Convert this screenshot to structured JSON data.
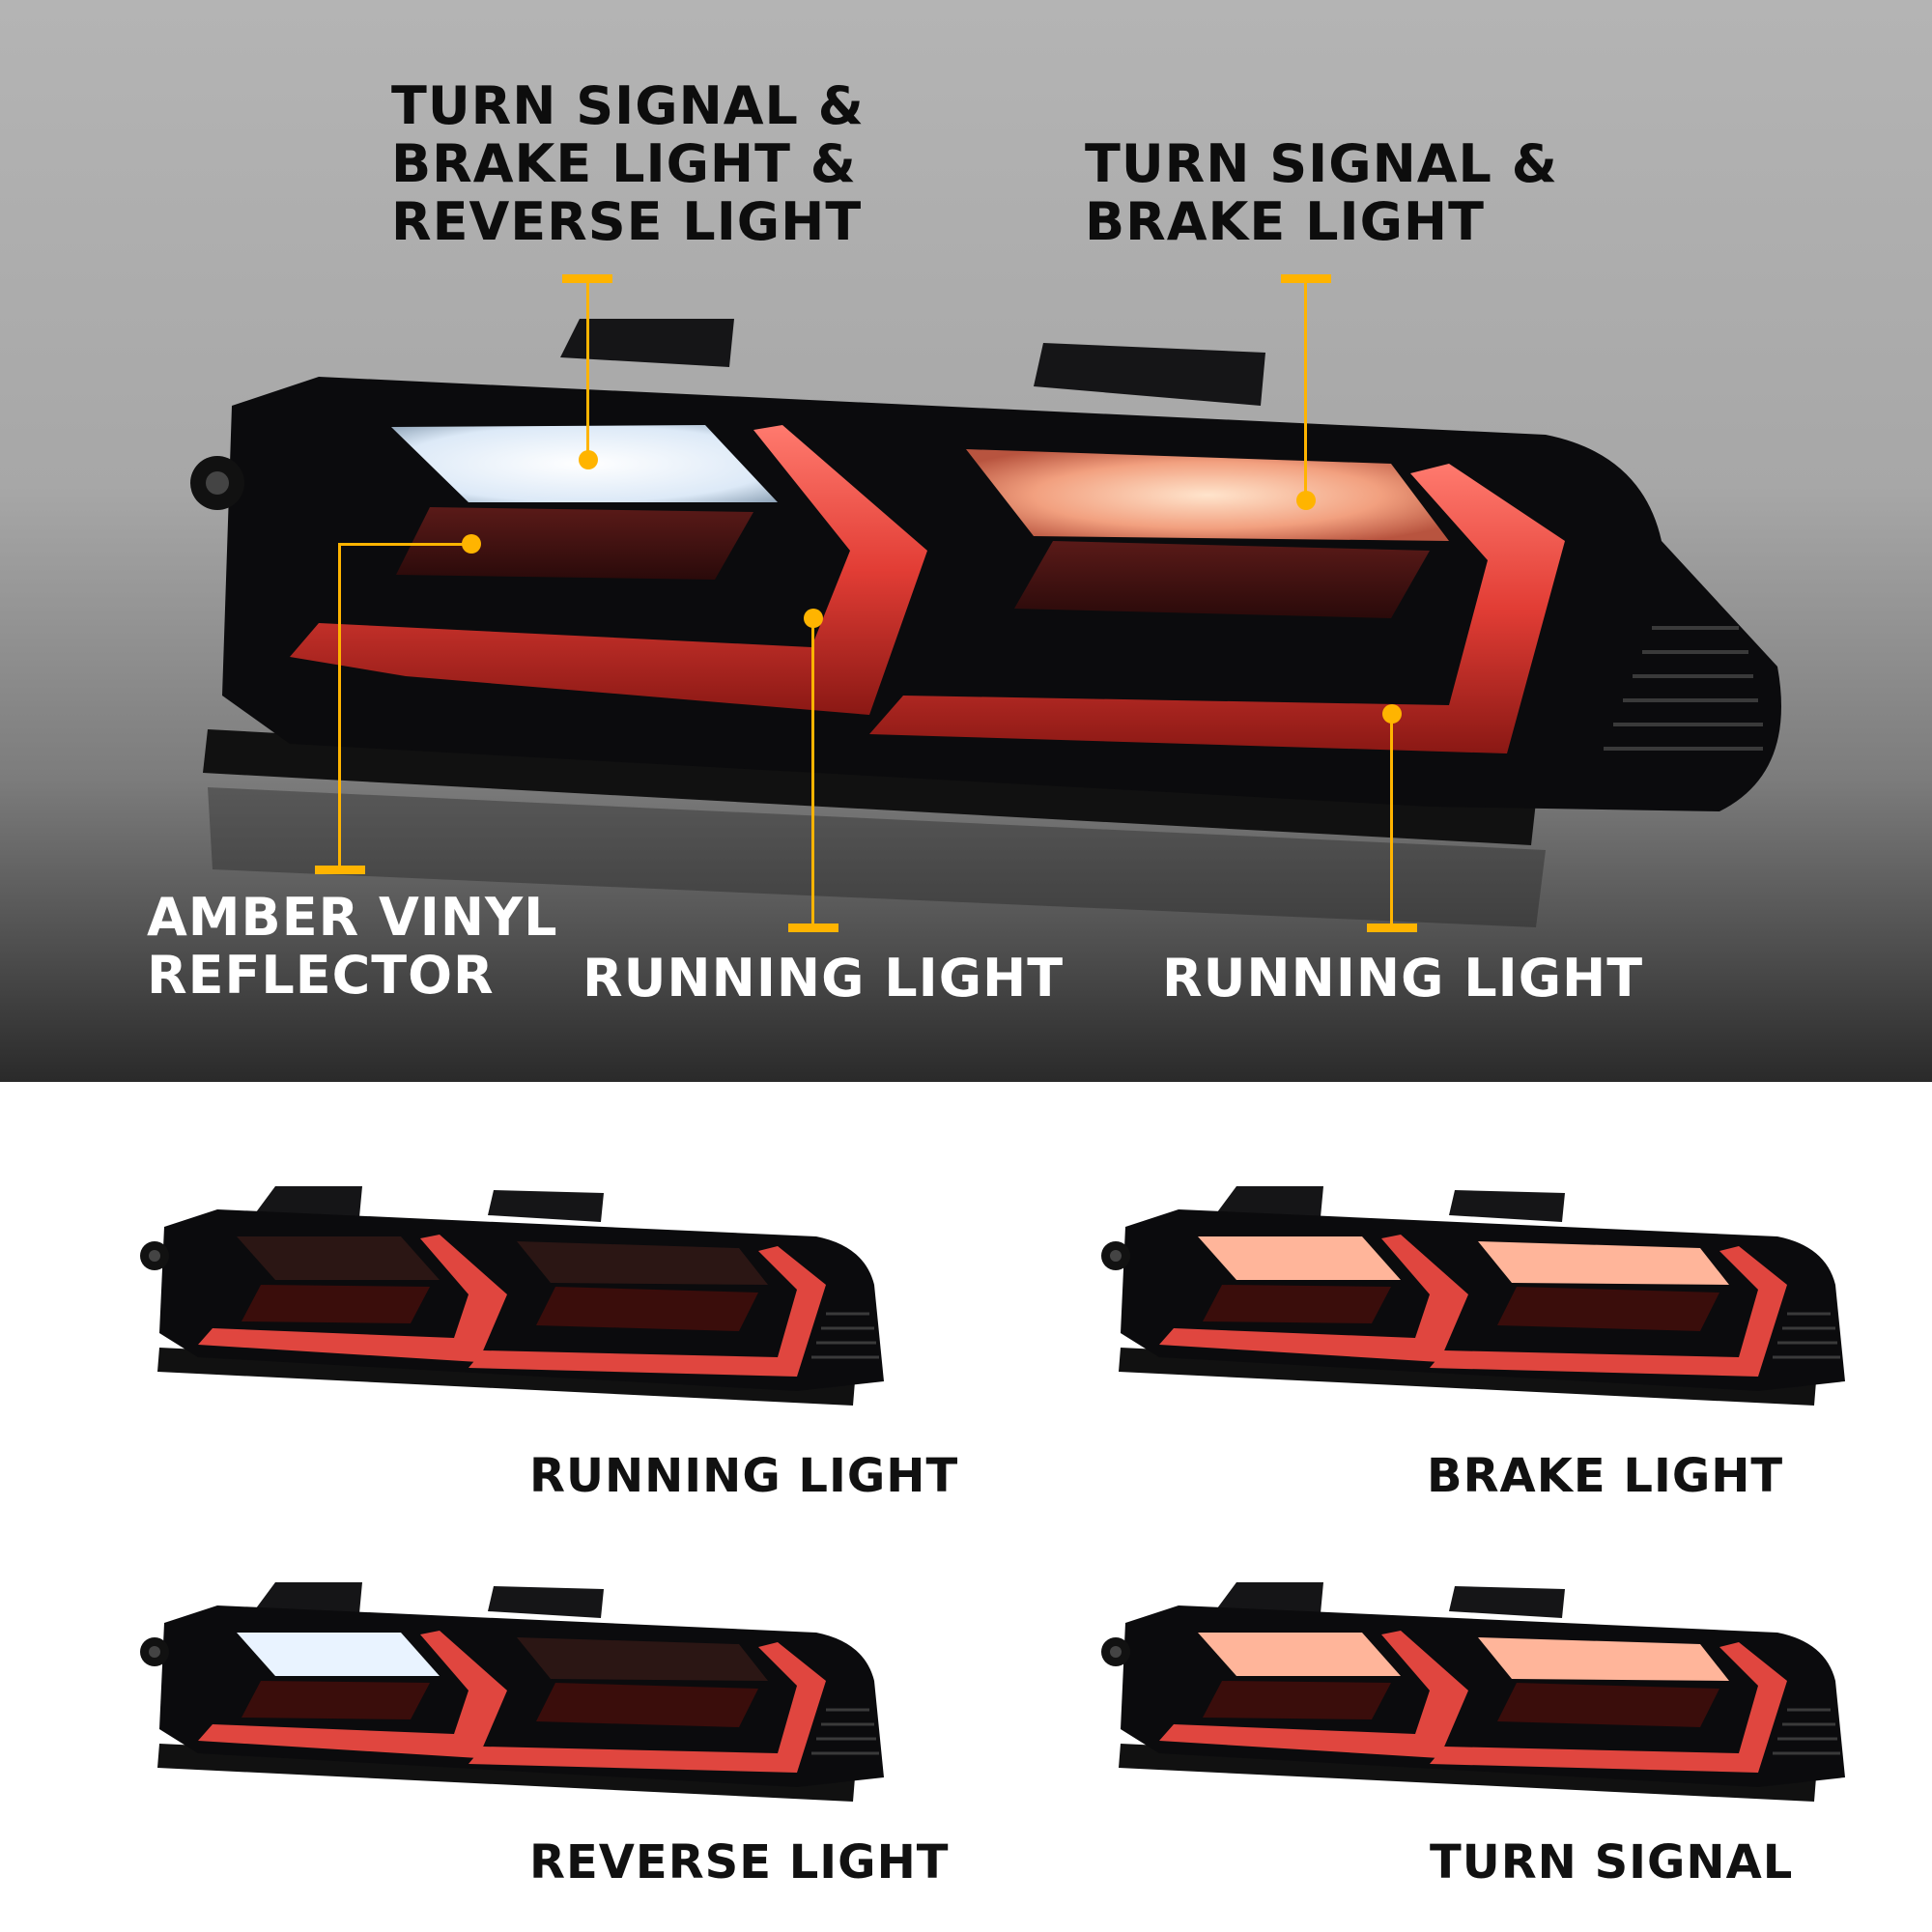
{
  "hero": {
    "labels": {
      "combo_top_left": [
        "TURN SIGNAL &",
        "BRAKE LIGHT &",
        "REVERSE LIGHT"
      ],
      "combo_top_right": [
        "TURN SIGNAL &",
        "BRAKE LIGHT"
      ],
      "amber_reflector": [
        "AMBER VINYL",
        "REFLECTOR"
      ],
      "running_light_center": "RUNNING LIGHT",
      "running_light_right": "RUNNING LIGHT"
    },
    "accent_color": "#ffb400"
  },
  "variants": [
    {
      "label": "RUNNING LIGHT",
      "mode": "running"
    },
    {
      "label": "BRAKE LIGHT",
      "mode": "brake"
    },
    {
      "label": "REVERSE LIGHT",
      "mode": "reverse"
    },
    {
      "label": "TURN SIGNAL",
      "mode": "turn"
    }
  ],
  "colors": {
    "housing": "#0b0b0d",
    "running_red": "#e0463f",
    "reverse_white": "#e9f3ff",
    "brake_glow": "#ffb59a",
    "leader_yellow": "#ffb400"
  }
}
